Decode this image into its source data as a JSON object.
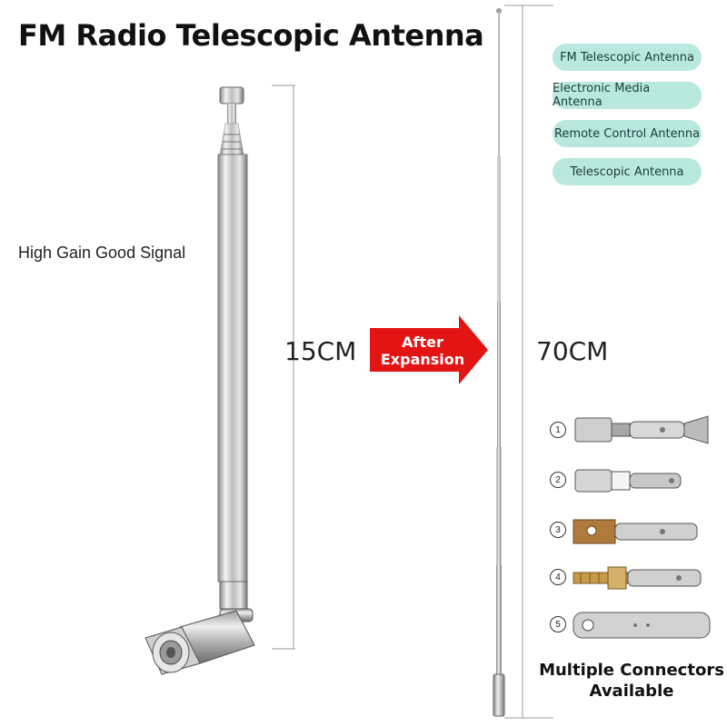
{
  "title": "FM Radio Telescopic Antenna",
  "feature_text": "High Gain Good Signal",
  "collapsed_length": "15CM",
  "expanded_length": "70CM",
  "arrow": {
    "line1": "After",
    "line2": "Expansion",
    "color": "#e21414"
  },
  "tags": [
    {
      "label": "FM Telescopic Antenna"
    },
    {
      "label": "Electronic Media Antenna"
    },
    {
      "label": "Remote Control Antenna"
    },
    {
      "label": "Telescopic Antenna"
    }
  ],
  "tag_color": "#b9e8de",
  "connectors": [
    {
      "number": "1",
      "icon": "f-connector-icon"
    },
    {
      "number": "2",
      "icon": "pal-connector-icon"
    },
    {
      "number": "3",
      "icon": "solder-lug-connector-icon"
    },
    {
      "number": "4",
      "icon": "threaded-stud-connector-icon"
    },
    {
      "number": "5",
      "icon": "eyelet-connector-icon"
    }
  ],
  "footer": {
    "line1": "Multiple Connectors",
    "line2": "Available"
  }
}
